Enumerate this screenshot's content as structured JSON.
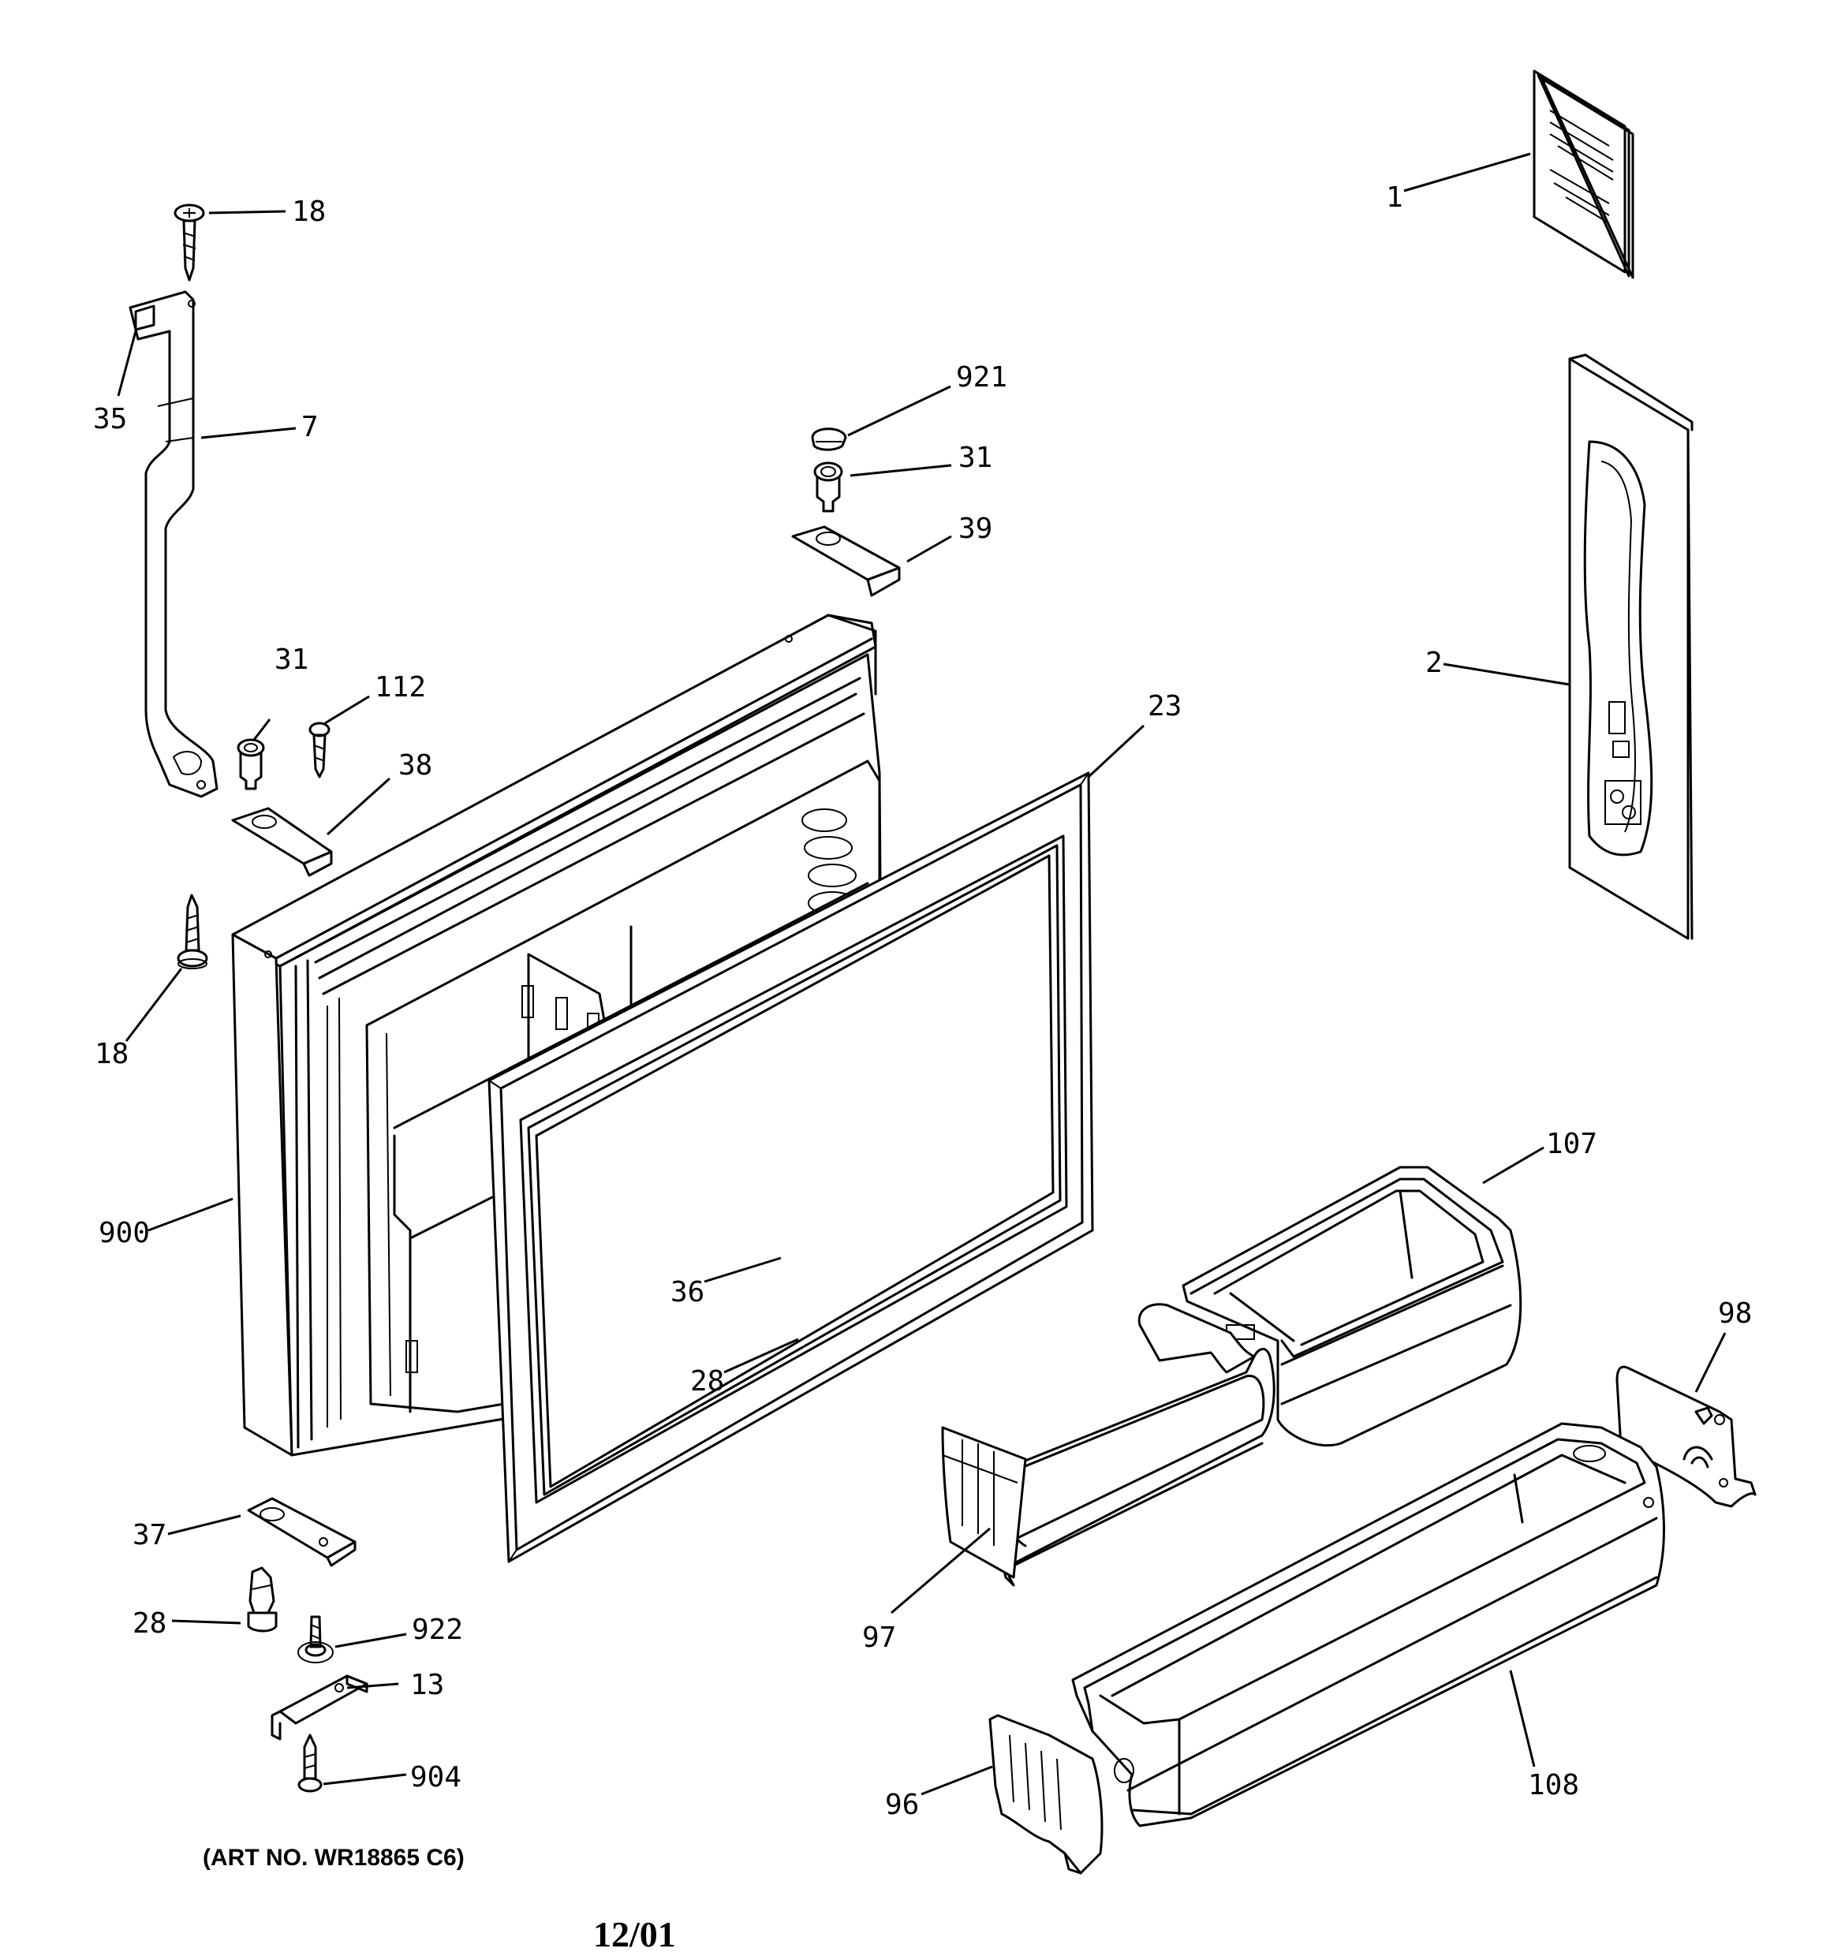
{
  "callouts": [
    {
      "id": "1",
      "text": "1"
    },
    {
      "id": "2",
      "text": "2"
    },
    {
      "id": "7",
      "text": "7"
    },
    {
      "id": "13",
      "text": "13"
    },
    {
      "id": "18a",
      "text": "18"
    },
    {
      "id": "18b",
      "text": "18"
    },
    {
      "id": "23",
      "text": "23"
    },
    {
      "id": "28a",
      "text": "28"
    },
    {
      "id": "28b",
      "text": "28"
    },
    {
      "id": "31a",
      "text": "31"
    },
    {
      "id": "31b",
      "text": "31"
    },
    {
      "id": "35",
      "text": "35"
    },
    {
      "id": "36",
      "text": "36"
    },
    {
      "id": "37",
      "text": "37"
    },
    {
      "id": "38",
      "text": "38"
    },
    {
      "id": "39",
      "text": "39"
    },
    {
      "id": "96",
      "text": "96"
    },
    {
      "id": "97",
      "text": "97"
    },
    {
      "id": "98",
      "text": "98"
    },
    {
      "id": "107",
      "text": "107"
    },
    {
      "id": "108",
      "text": "108"
    },
    {
      "id": "112",
      "text": "112"
    },
    {
      "id": "900",
      "text": "900"
    },
    {
      "id": "904",
      "text": "904"
    },
    {
      "id": "921",
      "text": "921"
    },
    {
      "id": "922",
      "text": "922"
    }
  ],
  "art_number": "(ART NO. WR18865 C6)",
  "date": "12/01"
}
